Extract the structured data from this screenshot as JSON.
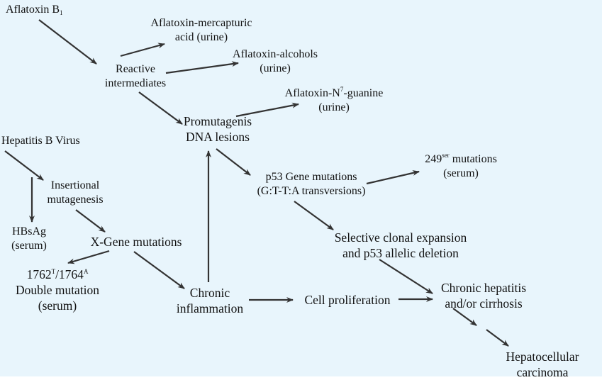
{
  "diagram": {
    "background_color": "#e8f5fc",
    "arrow_color": "#333333",
    "nodes": {
      "aflatoxin_b1": {
        "base": "Aflatoxin B",
        "sub": "1"
      },
      "reactive_intermediates": {
        "lines": [
          "Reactive",
          "intermediates"
        ]
      },
      "mercapturic": {
        "lines": [
          "Aflatoxin-mercapturic",
          "acid (urine)"
        ]
      },
      "alcohols": {
        "lines": [
          "Aflatoxin-alcohols",
          "(urine)"
        ]
      },
      "n7_guanine": {
        "pre": "Aflatoxin-N",
        "sup": "7",
        "post": "-guanine",
        "line2": "(urine)"
      },
      "promutagenic": {
        "lines": [
          "Promutagenis",
          "DNA lesions"
        ]
      },
      "hbv": {
        "lines": [
          "Hepatitis B Virus"
        ]
      },
      "insertional": {
        "lines": [
          "Insertional",
          "mutagenesis"
        ]
      },
      "hbsag": {
        "lines": [
          "HBsAg",
          "(serum)"
        ]
      },
      "x_gene": {
        "lines": [
          "X-Gene mutations"
        ]
      },
      "double_mutation": {
        "a": "1762",
        "a_sup": "T",
        "sep": "/1764",
        "b_sup": "A",
        "line2": "Double mutation",
        "line3": "(serum)"
      },
      "chronic_inflammation": {
        "lines": [
          "Chronic",
          "inflammation"
        ]
      },
      "p53": {
        "lines": [
          "p53 Gene mutations",
          "(G:T-T:A transversions)"
        ]
      },
      "ser249": {
        "pre": "249",
        "sup": "ser",
        "post": " mutations",
        "line2": "(serum)"
      },
      "clonal": {
        "lines": [
          "Selective clonal expansion",
          "and p53 allelic deletion"
        ]
      },
      "cell_proliferation": {
        "lines": [
          "Cell proliferation"
        ]
      },
      "chronic_hepatitis": {
        "lines": [
          "Chronic hepatitis",
          "and/or cirrhosis"
        ]
      },
      "hcc": {
        "lines": [
          "Hepatocellular",
          "carcinoma"
        ]
      }
    },
    "edges": [
      {
        "from": "aflatoxin_b1",
        "to": "reactive_intermediates"
      },
      {
        "from": "reactive_intermediates",
        "to": "mercapturic"
      },
      {
        "from": "reactive_intermediates",
        "to": "alcohols"
      },
      {
        "from": "reactive_intermediates",
        "to": "promutagenic"
      },
      {
        "from": "promutagenic",
        "to": "n7_guanine"
      },
      {
        "from": "promutagenic",
        "to": "p53"
      },
      {
        "from": "p53",
        "to": "ser249"
      },
      {
        "from": "p53",
        "to": "clonal"
      },
      {
        "from": "clonal",
        "to": "chronic_hepatitis"
      },
      {
        "from": "hbv",
        "to": "insertional"
      },
      {
        "from": "hbv",
        "to": "hbsag"
      },
      {
        "from": "insertional",
        "to": "x_gene"
      },
      {
        "from": "x_gene",
        "to": "double_mutation"
      },
      {
        "from": "x_gene",
        "to": "chronic_inflammation"
      },
      {
        "from": "chronic_inflammation",
        "to": "promutagenic"
      },
      {
        "from": "chronic_inflammation",
        "to": "cell_proliferation"
      },
      {
        "from": "cell_proliferation",
        "to": "chronic_hepatitis"
      },
      {
        "from": "chronic_hepatitis",
        "to": "hcc",
        "style": "broken"
      }
    ]
  }
}
